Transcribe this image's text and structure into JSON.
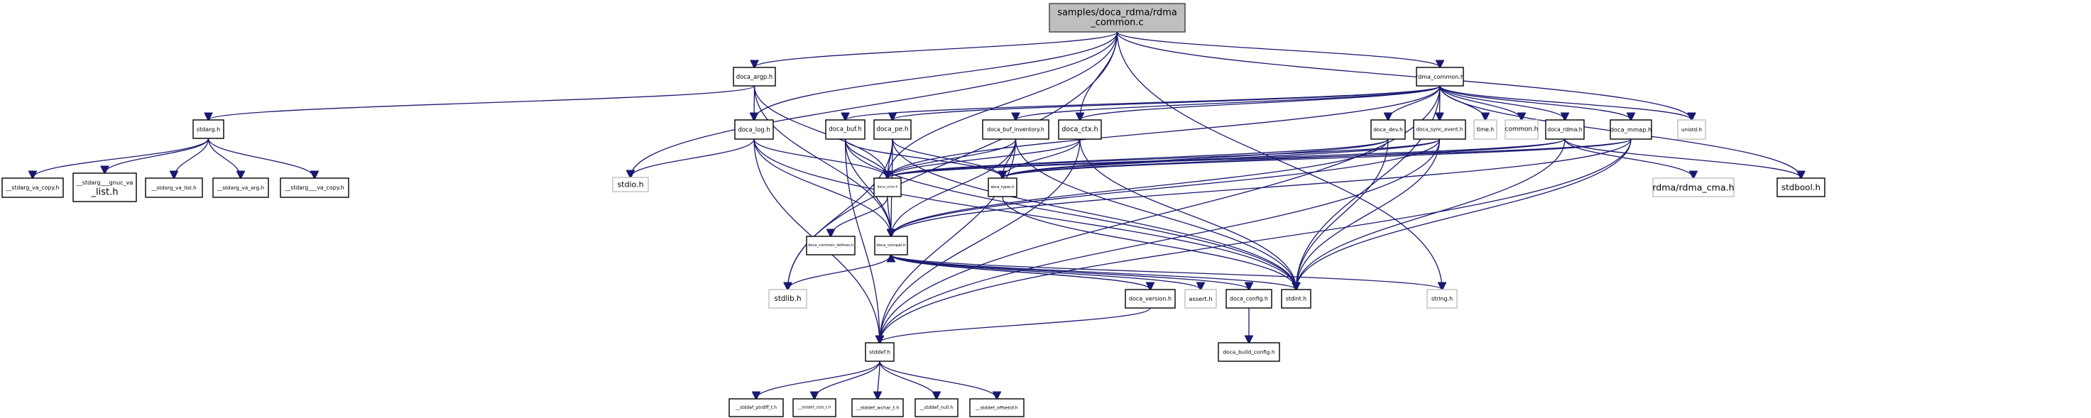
{
  "graph": {
    "title": "Include dependency graph for samples/doca_rdma/rdma_common.c",
    "edge_color": "#191970",
    "node_fill": "#ffffff",
    "root_fill": "#bfbfbf",
    "external_border": "#bfbfbf",
    "nodes": [
      {
        "id": "root",
        "label": [
          "samples/doca_rdma/rdma",
          "_common.c"
        ],
        "kind": "root"
      },
      {
        "id": "doca_argp",
        "label": [
          "doca_argp.h"
        ],
        "kind": "doc"
      },
      {
        "id": "rdma_common_h",
        "label": [
          "rdma_common.h"
        ],
        "kind": "doc"
      },
      {
        "id": "stdarg",
        "label": [
          "stdarg.h"
        ],
        "kind": "doc"
      },
      {
        "id": "doca_log",
        "label": [
          "doca_log.h"
        ],
        "kind": "doc"
      },
      {
        "id": "doca_buf",
        "label": [
          "doca_buf.h"
        ],
        "kind": "doc"
      },
      {
        "id": "doca_pe",
        "label": [
          "doca_pe.h"
        ],
        "kind": "doc"
      },
      {
        "id": "doca_buf_inventory",
        "label": [
          "doca_buf_inventory.h"
        ],
        "kind": "doc"
      },
      {
        "id": "doca_ctx",
        "label": [
          "doca_ctx.h"
        ],
        "kind": "doc"
      },
      {
        "id": "doca_dev",
        "label": [
          "doca_dev.h"
        ],
        "kind": "doc"
      },
      {
        "id": "doca_sync_event",
        "label": [
          "doca_sync_event.h"
        ],
        "kind": "doc"
      },
      {
        "id": "time",
        "label": [
          "time.h"
        ],
        "kind": "ext"
      },
      {
        "id": "common",
        "label": [
          "common.h"
        ],
        "kind": "ext"
      },
      {
        "id": "doca_rdma",
        "label": [
          "doca_rdma.h"
        ],
        "kind": "doc"
      },
      {
        "id": "doca_mmap",
        "label": [
          "doca_mmap.h"
        ],
        "kind": "doc"
      },
      {
        "id": "unistd",
        "label": [
          "unistd.h"
        ],
        "kind": "ext"
      },
      {
        "id": "va_copy",
        "label": [
          "__stdarg_va_copy.h"
        ],
        "kind": "doc"
      },
      {
        "id": "gnuc_va_list",
        "label": [
          "__stdarg___gnuc_va",
          "_list.h"
        ],
        "kind": "doc"
      },
      {
        "id": "va_list",
        "label": [
          "__stdarg_va_list.h"
        ],
        "kind": "doc"
      },
      {
        "id": "va_arg",
        "label": [
          "__stdarg_va_arg.h"
        ],
        "kind": "doc"
      },
      {
        "id": "__va_copy",
        "label": [
          "__stdarg___va_copy.h"
        ],
        "kind": "doc"
      },
      {
        "id": "stdio",
        "label": [
          "stdio.h"
        ],
        "kind": "ext"
      },
      {
        "id": "doca_error",
        "label": [
          "doca_error.h"
        ],
        "kind": "doc"
      },
      {
        "id": "doca_types",
        "label": [
          "doca_types.h"
        ],
        "kind": "doc"
      },
      {
        "id": "rdma_cma",
        "label": [
          "rdma/rdma_cma.h"
        ],
        "kind": "ext"
      },
      {
        "id": "stdbool",
        "label": [
          "stdbool.h"
        ],
        "kind": "doc"
      },
      {
        "id": "doca_common_defines",
        "label": [
          "doca_common_defines.h"
        ],
        "kind": "doc"
      },
      {
        "id": "doca_compat",
        "label": [
          "doca_compat.h"
        ],
        "kind": "doc"
      },
      {
        "id": "stdlib",
        "label": [
          "stdlib.h"
        ],
        "kind": "ext"
      },
      {
        "id": "doca_version",
        "label": [
          "doca_version.h"
        ],
        "kind": "doc"
      },
      {
        "id": "assert",
        "label": [
          "assert.h"
        ],
        "kind": "ext"
      },
      {
        "id": "doca_config",
        "label": [
          "doca_config.h"
        ],
        "kind": "doc"
      },
      {
        "id": "stdint",
        "label": [
          "stdint.h"
        ],
        "kind": "doc"
      },
      {
        "id": "string",
        "label": [
          "string.h"
        ],
        "kind": "ext"
      },
      {
        "id": "doca_build_config",
        "label": [
          "doca_build_config.h"
        ],
        "kind": "doc"
      },
      {
        "id": "stddef",
        "label": [
          "stddef.h"
        ],
        "kind": "doc"
      },
      {
        "id": "ptrdiff_t",
        "label": [
          "__stddef_ptrdiff_t.h"
        ],
        "kind": "doc"
      },
      {
        "id": "size_t",
        "label": [
          "__stddef_size_t.h"
        ],
        "kind": "doc"
      },
      {
        "id": "wchar_t",
        "label": [
          "__stddef_wchar_t.h"
        ],
        "kind": "doc"
      },
      {
        "id": "null",
        "label": [
          "__stddef_null.h"
        ],
        "kind": "doc"
      },
      {
        "id": "offsetof",
        "label": [
          "__stddef_offsetof.h"
        ],
        "kind": "doc"
      }
    ],
    "edges": [
      [
        "root",
        "doca_argp"
      ],
      [
        "root",
        "rdma_common_h"
      ],
      [
        "root",
        "doca_log"
      ],
      [
        "root",
        "stdio"
      ],
      [
        "root",
        "stdlib"
      ],
      [
        "root",
        "doca_error"
      ],
      [
        "root",
        "doca_ctx"
      ],
      [
        "root",
        "unistd"
      ],
      [
        "root",
        "string"
      ],
      [
        "doca_argp",
        "stdarg"
      ],
      [
        "doca_argp",
        "doca_log"
      ],
      [
        "doca_argp",
        "doca_error"
      ],
      [
        "doca_argp",
        "doca_compat"
      ],
      [
        "stdarg",
        "va_copy"
      ],
      [
        "stdarg",
        "gnuc_va_list"
      ],
      [
        "stdarg",
        "va_list"
      ],
      [
        "stdarg",
        "va_arg"
      ],
      [
        "stdarg",
        "__va_copy"
      ],
      [
        "rdma_common_h",
        "doca_buf"
      ],
      [
        "rdma_common_h",
        "doca_pe"
      ],
      [
        "rdma_common_h",
        "doca_buf_inventory"
      ],
      [
        "rdma_common_h",
        "doca_ctx"
      ],
      [
        "rdma_common_h",
        "doca_dev"
      ],
      [
        "rdma_common_h",
        "doca_sync_event"
      ],
      [
        "rdma_common_h",
        "time"
      ],
      [
        "rdma_common_h",
        "common"
      ],
      [
        "rdma_common_h",
        "doca_rdma"
      ],
      [
        "rdma_common_h",
        "doca_mmap"
      ],
      [
        "rdma_common_h",
        "unistd"
      ],
      [
        "rdma_common_h",
        "doca_error"
      ],
      [
        "rdma_common_h",
        "stdbool"
      ],
      [
        "rdma_common_h",
        "stdint"
      ],
      [
        "rdma_common_h",
        "stddef"
      ],
      [
        "doca_log",
        "stdio"
      ],
      [
        "doca_log",
        "doca_error"
      ],
      [
        "doca_log",
        "doca_compat"
      ],
      [
        "doca_log",
        "stdint"
      ],
      [
        "doca_log",
        "stddef"
      ],
      [
        "doca_buf",
        "doca_error"
      ],
      [
        "doca_buf",
        "doca_compat"
      ],
      [
        "doca_buf",
        "stdint"
      ],
      [
        "doca_buf",
        "stddef"
      ],
      [
        "doca_buf",
        "doca_types"
      ],
      [
        "doca_pe",
        "doca_error"
      ],
      [
        "doca_pe",
        "doca_compat"
      ],
      [
        "doca_pe",
        "doca_types"
      ],
      [
        "doca_pe",
        "stdlib"
      ],
      [
        "doca_pe",
        "stdint"
      ],
      [
        "doca_buf_inventory",
        "doca_error"
      ],
      [
        "doca_buf_inventory",
        "doca_compat"
      ],
      [
        "doca_buf_inventory",
        "doca_types"
      ],
      [
        "doca_buf_inventory",
        "stdint"
      ],
      [
        "doca_buf_inventory",
        "stddef"
      ],
      [
        "doca_ctx",
        "doca_error"
      ],
      [
        "doca_ctx",
        "doca_types"
      ],
      [
        "doca_ctx",
        "stdint"
      ],
      [
        "doca_ctx",
        "stddef"
      ],
      [
        "doca_dev",
        "doca_error"
      ],
      [
        "doca_dev",
        "doca_types"
      ],
      [
        "doca_dev",
        "doca_compat"
      ],
      [
        "doca_dev",
        "stdint"
      ],
      [
        "doca_sync_event",
        "doca_error"
      ],
      [
        "doca_sync_event",
        "doca_types"
      ],
      [
        "doca_sync_event",
        "doca_compat"
      ],
      [
        "doca_sync_event",
        "stdint"
      ],
      [
        "doca_sync_event",
        "stddef"
      ],
      [
        "doca_rdma",
        "doca_error"
      ],
      [
        "doca_rdma",
        "doca_types"
      ],
      [
        "doca_rdma",
        "rdma_cma"
      ],
      [
        "doca_rdma",
        "stdbool"
      ],
      [
        "doca_rdma",
        "stdint"
      ],
      [
        "doca_mmap",
        "doca_error"
      ],
      [
        "doca_mmap",
        "doca_types"
      ],
      [
        "doca_mmap",
        "doca_compat"
      ],
      [
        "doca_mmap",
        "stdint"
      ],
      [
        "doca_mmap",
        "stddef"
      ],
      [
        "doca_error",
        "doca_common_defines"
      ],
      [
        "doca_error",
        "doca_compat"
      ],
      [
        "doca_types",
        "stdint"
      ],
      [
        "doca_compat",
        "stdlib"
      ],
      [
        "doca_compat",
        "doca_version"
      ],
      [
        "doca_compat",
        "assert"
      ],
      [
        "doca_compat",
        "doca_config"
      ],
      [
        "doca_compat",
        "stdint"
      ],
      [
        "doca_compat",
        "string"
      ],
      [
        "doca_version",
        "doca_compat"
      ],
      [
        "doca_version",
        "stddef"
      ],
      [
        "doca_config",
        "doca_build_config"
      ],
      [
        "stddef",
        "ptrdiff_t"
      ],
      [
        "stddef",
        "size_t"
      ],
      [
        "stddef",
        "wchar_t"
      ],
      [
        "stddef",
        "null"
      ],
      [
        "stddef",
        "offsetof"
      ]
    ]
  }
}
